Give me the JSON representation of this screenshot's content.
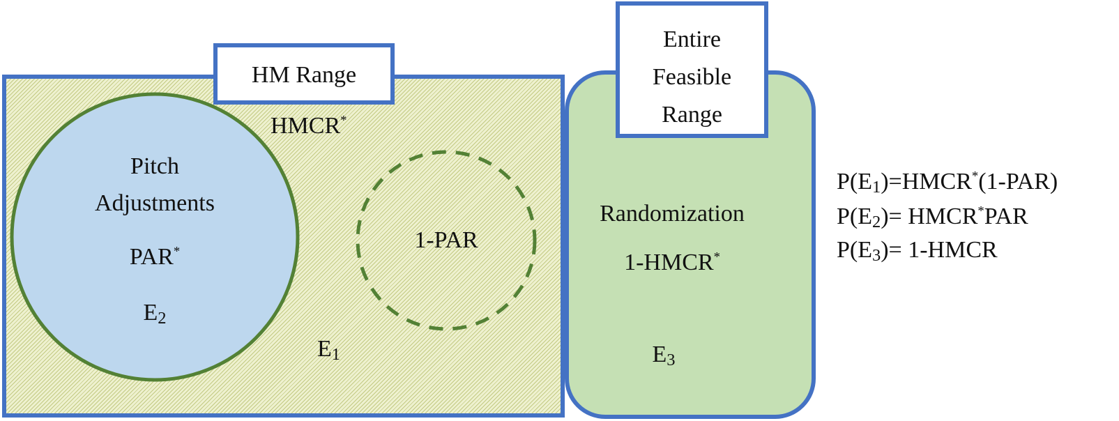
{
  "labels": {
    "hm_range": "HM Range",
    "entire_line1": "Entire",
    "entire_line2": "Feasible",
    "entire_line3": "Range",
    "hmcr_star": "HMCR",
    "pitch_line1": "Pitch",
    "pitch_line2": "Adjustments",
    "par_star": "PAR",
    "e2_letter": "E",
    "e2_index": "2",
    "one_minus_par": "1-PAR",
    "e1_letter": "E",
    "e1_index": "1",
    "randomization": "Randomization",
    "one_minus_hmcr": "1-HMCR",
    "e3_letter": "E",
    "e3_index": "3",
    "asterisk": "*"
  },
  "equations": [
    {
      "p": "P(E",
      "idx": "1",
      "mid": ")=HMCR",
      "star": "*",
      "tail": "(1-PAR)"
    },
    {
      "p": "P(E",
      "idx": "2",
      "mid": ")= HMCR",
      "star": "*",
      "tail": "PAR"
    },
    {
      "p": "P(E",
      "idx": "3",
      "mid": ")= 1-HMCR",
      "star": "",
      "tail": ""
    }
  ],
  "colors": {
    "border_blue": "#4472c4",
    "hm_fill": "#eef1cf",
    "random_fill": "#c5e0b4",
    "pitch_fill": "#bdd7ee",
    "circle_green": "#538135"
  }
}
